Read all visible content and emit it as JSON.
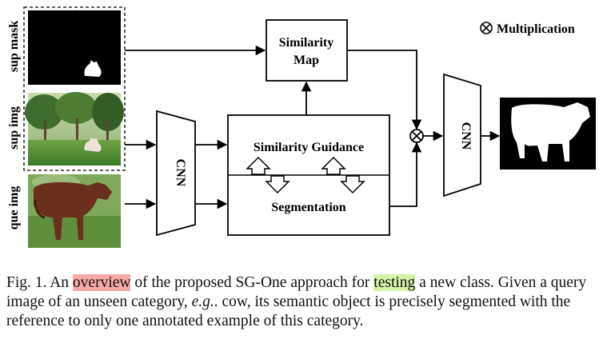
{
  "figure": {
    "labels": {
      "sup_mask": "sup mask",
      "sup_img": "sup img",
      "que_img": "que img"
    },
    "blocks": {
      "similarity_map": [
        "Similarity",
        "Map"
      ],
      "similarity_guidance": "Similarity Guidance",
      "segmentation": "Segmentation",
      "cnn_left": "CNN",
      "cnn_right": "CNN"
    },
    "legend": {
      "symbol": "⊗",
      "text": "Multiplication"
    }
  },
  "caption": {
    "prefix": "Fig. 1.",
    "part1": "An ",
    "highlight1": "overview",
    "part2": " of the proposed SG-One approach for ",
    "highlight2": "testing",
    "part3": " a new class. Given a query image of an unseen category, ",
    "italic": "e.g.",
    "part4": ". cow, its semantic object is precisely segmented with the reference to only one annotated example of this category.",
    "highlight_colors": {
      "red": "#f7a8a8",
      "green": "#d6f3a6"
    }
  }
}
